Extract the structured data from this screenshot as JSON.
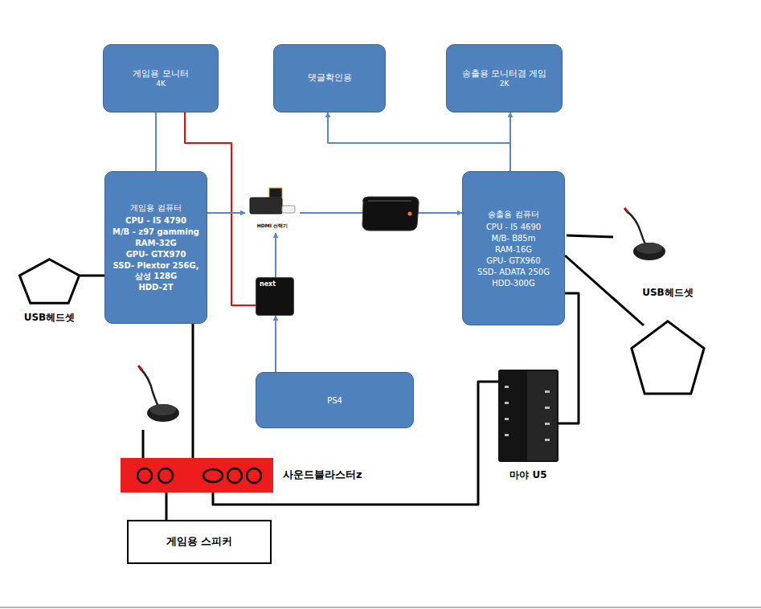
{
  "diagram": {
    "nodes": [
      {
        "text": [
          "게임용 모니터",
          "4K"
        ]
      },
      {
        "text": [
          "댓글확인용"
        ]
      },
      {
        "text": [
          "송출용 모니터겸 게임",
          "2K"
        ]
      },
      {
        "text": [
          "게임용 컴퓨터",
          "CPU - I5 4790",
          "M/B - z97 gamming",
          "RAM-32G",
          "GPU- GTX970",
          "SSD- Plextor 256G, 삼성 128G",
          "HDD-2T"
        ]
      },
      {
        "text": [
          "HDMI 선택기"
        ]
      },
      {
        "text": [
          "송출용 컴퓨터",
          "CPU - I5 4690",
          "M/B- B85m",
          "RAM-16G",
          "GPU- GTX960",
          "SSD- ADATA 250G",
          "HDD-300G"
        ]
      },
      {
        "text": [
          "USB헤드셋"
        ]
      },
      {
        "text": [
          "USB헤드셋"
        ]
      },
      {
        "text": [
          "next"
        ]
      },
      {
        "text": [
          "PS4"
        ]
      },
      {
        "text": [
          "마야 U5"
        ]
      },
      {
        "text": [
          "사운드블라스터z"
        ]
      },
      {
        "text": [
          "게임용 스피커"
        ]
      }
    ],
    "edges": [
      {
        "from": 3,
        "to": 0,
        "arrow": "none"
      },
      {
        "from": 0,
        "to": 8,
        "arrow": "none"
      },
      {
        "from": 3,
        "to": 4,
        "arrow": "to"
      },
      {
        "from": 8,
        "to": 4,
        "arrow": "to"
      },
      {
        "from": 9,
        "to": 8,
        "arrow": "to"
      },
      {
        "from": 4,
        "to": 5,
        "arrow": "to"
      },
      {
        "from": 5,
        "to": 1,
        "arrow": "to"
      },
      {
        "from": 5,
        "to": 2,
        "arrow": "to"
      },
      {
        "from": 3,
        "to": 6,
        "arrow": "none"
      },
      {
        "from": 5,
        "to": 7,
        "arrow": "none"
      },
      {
        "from": 3,
        "to": 11,
        "arrow": "none"
      },
      {
        "from": 12,
        "to": 11,
        "arrow": "none"
      },
      {
        "from": 11,
        "to": 10,
        "arrow": "none"
      },
      {
        "from": 5,
        "to": 10,
        "arrow": "none"
      }
    ]
  }
}
